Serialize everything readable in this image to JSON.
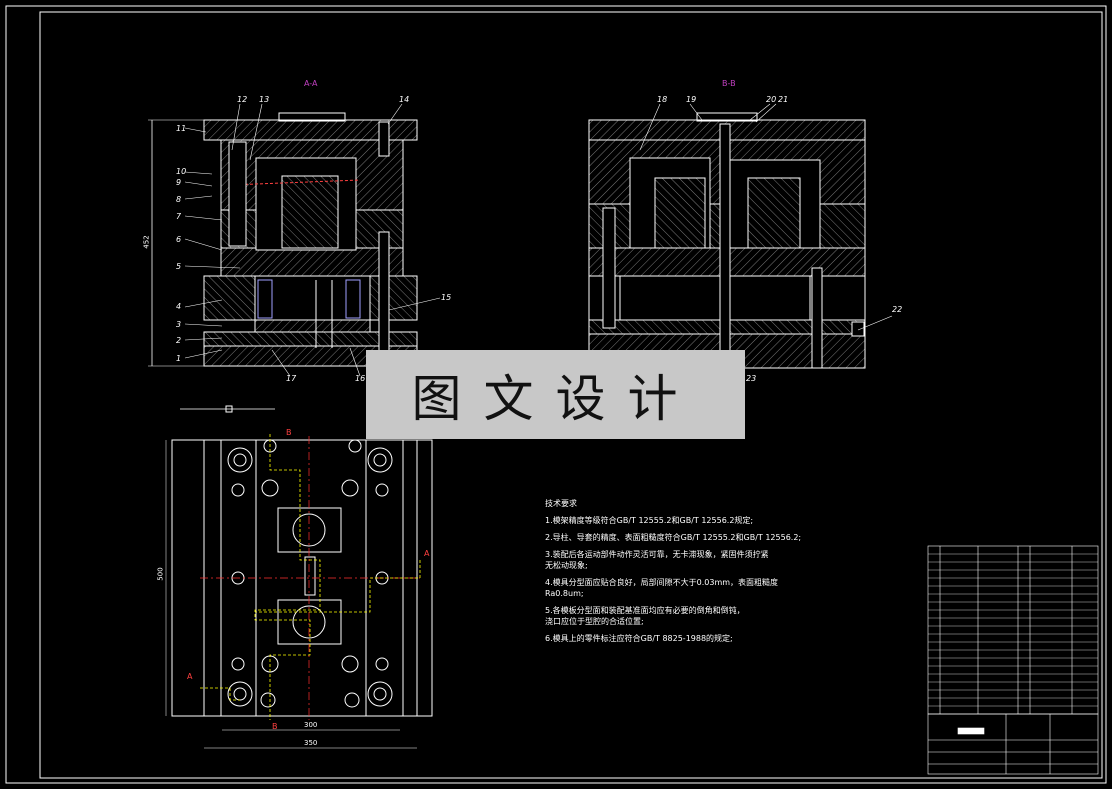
{
  "sections": {
    "aa_label": "A-A",
    "bb_label": "B-B"
  },
  "callouts_left": [
    "1",
    "2",
    "3",
    "4",
    "5",
    "6",
    "7",
    "8",
    "9",
    "10",
    "11",
    "12",
    "13",
    "14",
    "15",
    "16",
    "17"
  ],
  "callouts_right": [
    "18",
    "19",
    "20",
    "21",
    "22",
    "23"
  ],
  "dimensions": {
    "left_height": "452",
    "plan_height": "500",
    "plan_width_inner": "300",
    "plan_width_outer": "350"
  },
  "section_marks": {
    "a": "A",
    "b": "B"
  },
  "notes": {
    "title": "技术要求",
    "lines": [
      "1.模架精度等级符合GB/T 12555.2和GB/T 12556.2规定;",
      "2.导柱、导套的精度、表面粗糙度符合GB/T 12555.2和GB/T 12556.2;",
      "3.装配后各运动部件动作灵活可靠，无卡滞现象，紧固件须拧紧",
      "  无松动现象;",
      "4.模具分型面应贴合良好，局部间隙不大于0.03mm，表面粗糙度",
      "  Ra0.8um;",
      "5.各模板分型面和装配基准面均应有必要的倒角和倒钝，",
      "  浇口应位于型腔的合适位置;",
      "6.模具上的零件标注应符合GB/T 8825-1988的规定;"
    ]
  },
  "watermark": "图文设计",
  "colors": {
    "background": "#000000",
    "lines": "#ffffff",
    "cavity": "#ff4040",
    "centerline": "#ff3030",
    "pins": "#ffff00",
    "section_label": "#c040c0",
    "watermark_bg": "#c8c8c8"
  }
}
